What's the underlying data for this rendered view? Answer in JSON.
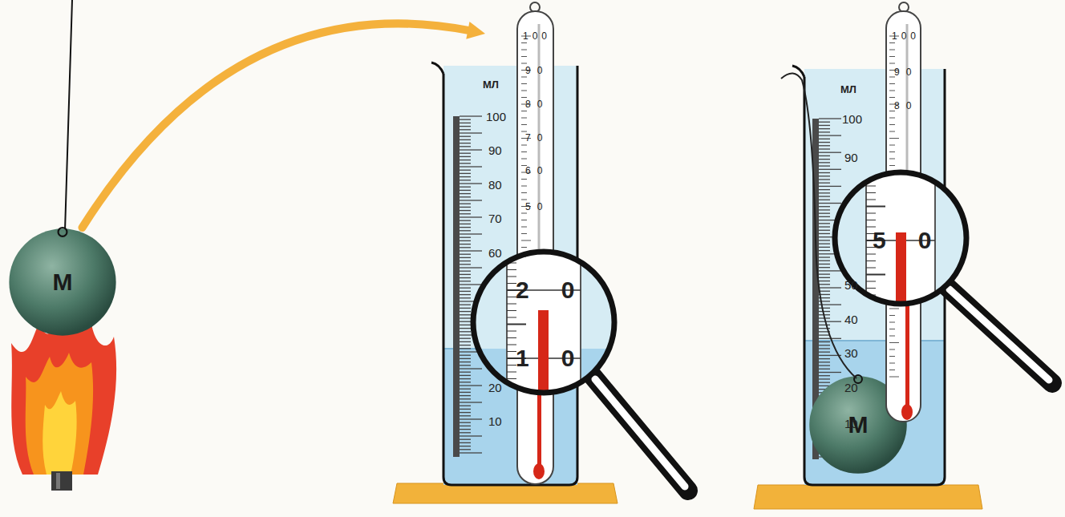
{
  "diagram": {
    "nodes": [
      {
        "text": [
          "M"
        ]
      },
      {
        "text": [
          "МЛ"
        ]
      },
      {
        "text": [
          "МЛ"
        ]
      },
      {
        "text": [
          "M"
        ],
        "in": 2
      }
    ],
    "edges": [
      {
        "from": 0,
        "to": 1,
        "arrow": "to"
      }
    ],
    "labels": [
      "100",
      "90",
      "80",
      "70",
      "60",
      "20",
      "10",
      "100",
      "90",
      "80",
      "70",
      "60",
      "50",
      "20",
      "10",
      "100",
      "90",
      "50",
      "40",
      "30",
      "20",
      "10",
      "100",
      "90",
      "80",
      "50"
    ]
  }
}
